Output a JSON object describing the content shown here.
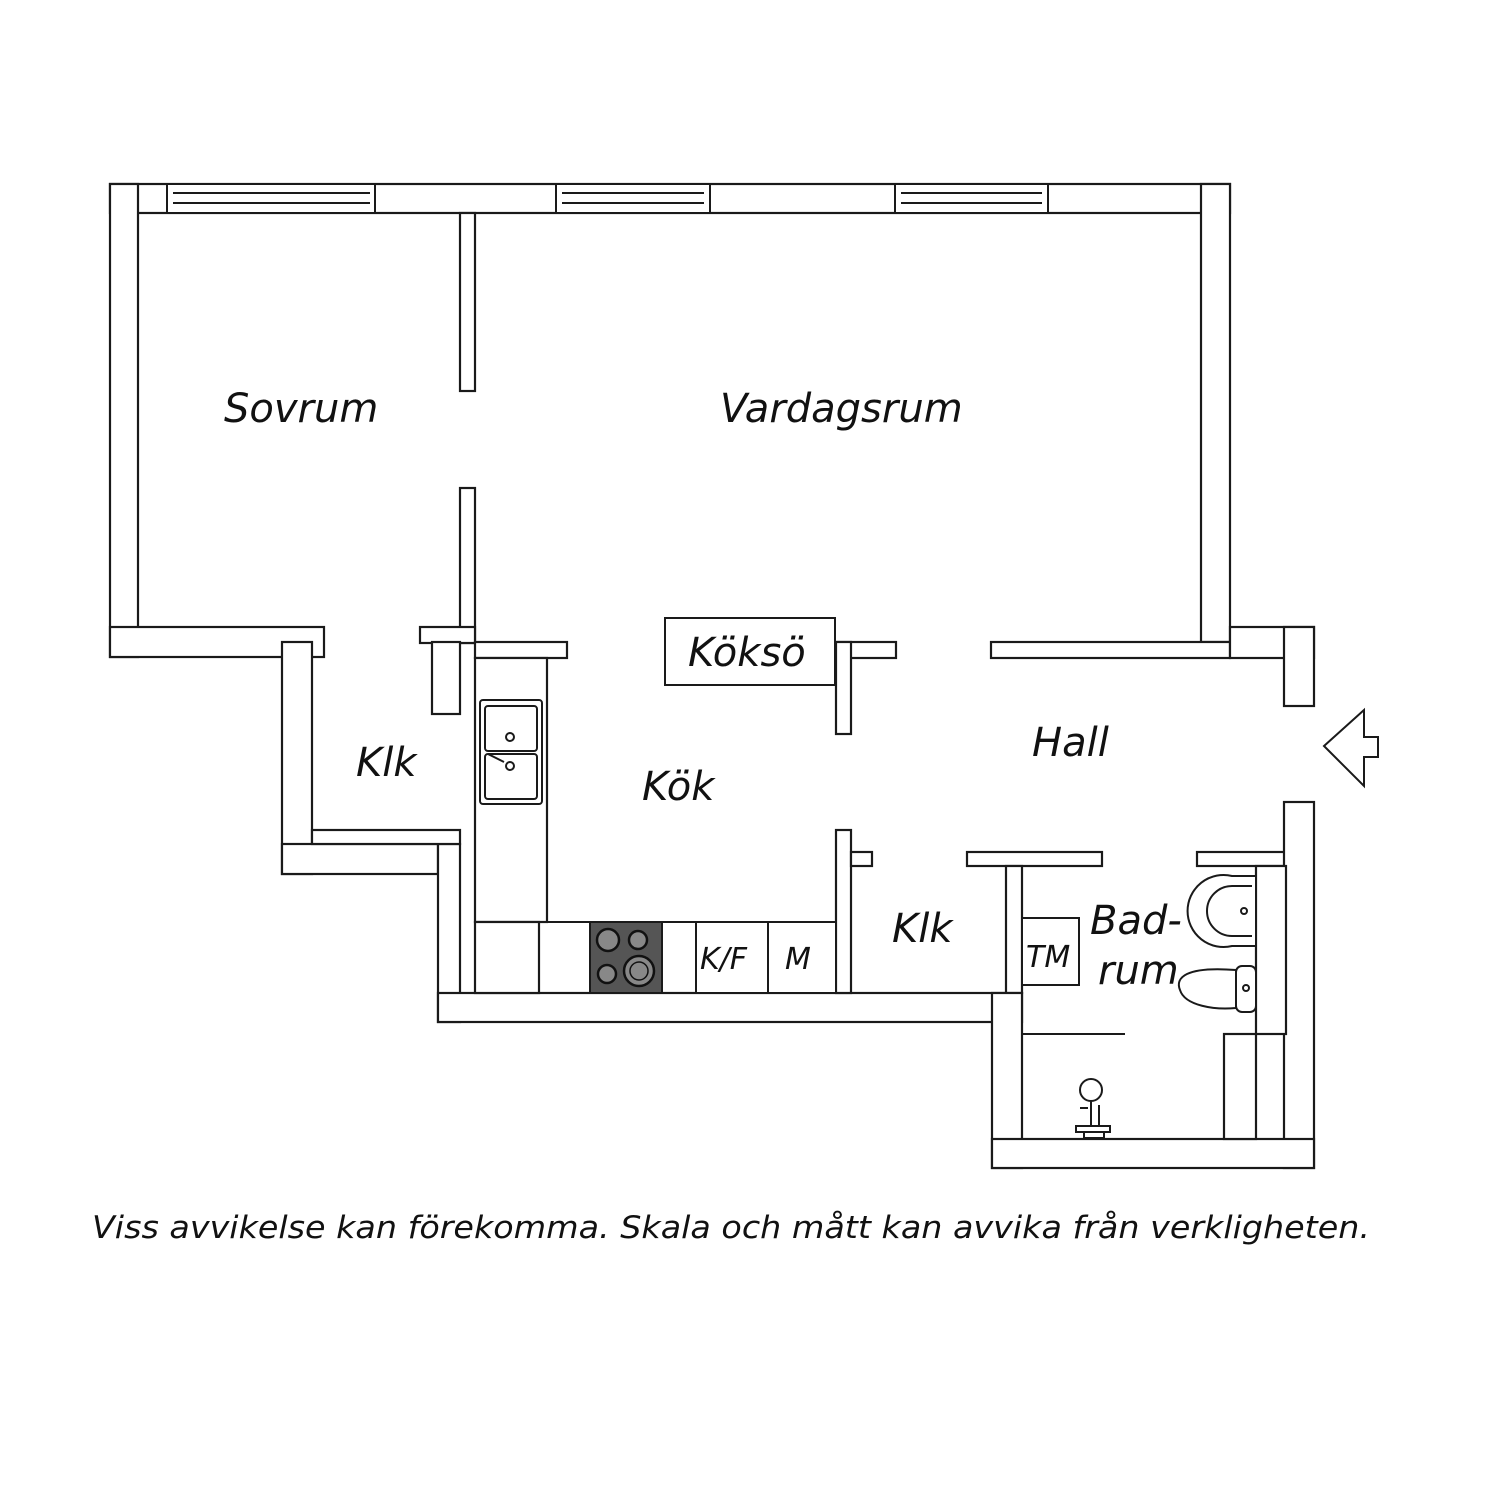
{
  "rooms": {
    "sovrum": "Sovrum",
    "vardagsrum": "Vardagsrum",
    "koksö": "Köksö",
    "kok": "Kök",
    "hall": "Hall",
    "klk_left": "Klk",
    "klk_right": "Klk",
    "badrum_line1": "Bad-",
    "badrum_line2": "rum"
  },
  "fixtures": {
    "fridge_freezer": "K/F",
    "microwave": "M",
    "washer": "TM"
  },
  "icons": [
    "double-sink-icon",
    "stove-icon",
    "washbasin-icon",
    "toilet-icon",
    "shower-icon",
    "entrance-arrow-icon"
  ],
  "colors": {
    "line": "#1a1a1a",
    "stove": "#555555",
    "background": "#ffffff"
  },
  "disclaimer": "Viss avvikelse kan förekomma. Skala och mått kan avvika från verkligheten."
}
